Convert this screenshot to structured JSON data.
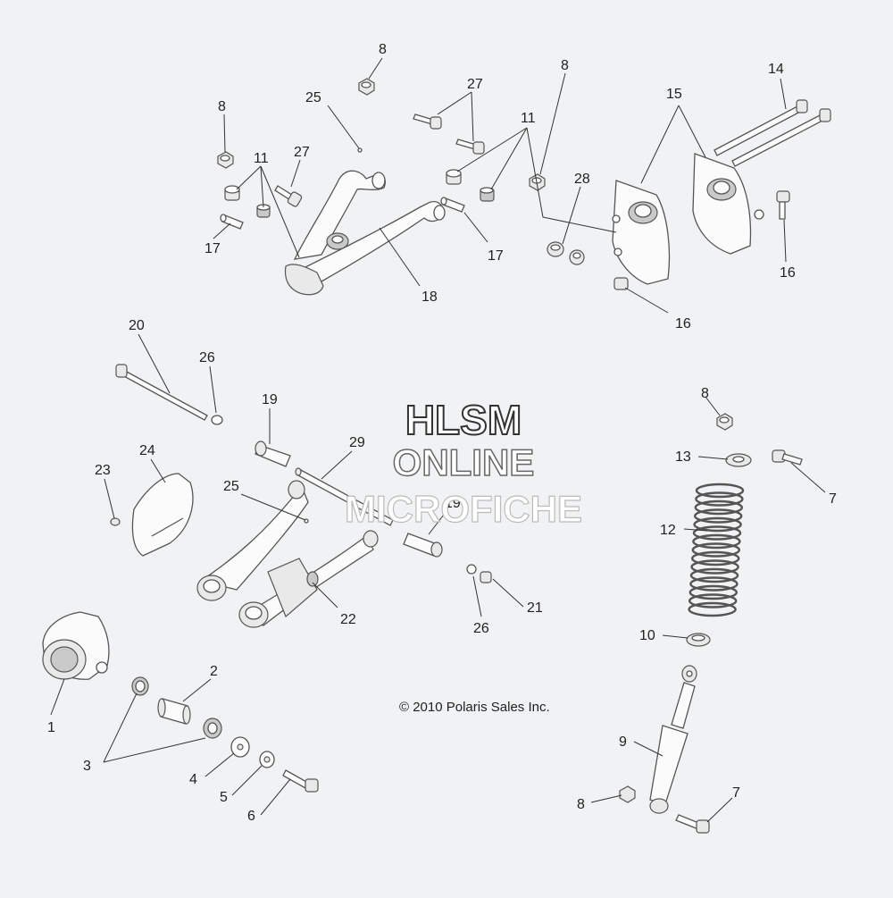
{
  "watermark": {
    "line1": "HLSM",
    "line2": "ONLINE",
    "line3": "MICROFICHE"
  },
  "copyright": "© 2010 Polaris Sales Inc.",
  "callouts": {
    "c8a": "8",
    "c8b": "8",
    "c8c": "8",
    "c8d": "8",
    "c8e": "8",
    "c25a": "25",
    "c25b": "25",
    "c27a": "27",
    "c27b": "27",
    "c11a": "11",
    "c11b": "11",
    "c14": "14",
    "c15": "15",
    "c17a": "17",
    "c17b": "17",
    "c28": "28",
    "c18": "18",
    "c16a": "16",
    "c16b": "16",
    "c20": "20",
    "c26a": "26",
    "c26b": "26",
    "c19a": "19",
    "c19b": "19",
    "c29": "29",
    "c24": "24",
    "c23": "23",
    "c13": "13",
    "c7a": "7",
    "c7b": "7",
    "c12": "12",
    "c10": "10",
    "c9": "9",
    "c21": "21",
    "c22": "22",
    "c1": "1",
    "c2": "2",
    "c3": "3",
    "c4": "4",
    "c5": "5",
    "c6": "6"
  }
}
